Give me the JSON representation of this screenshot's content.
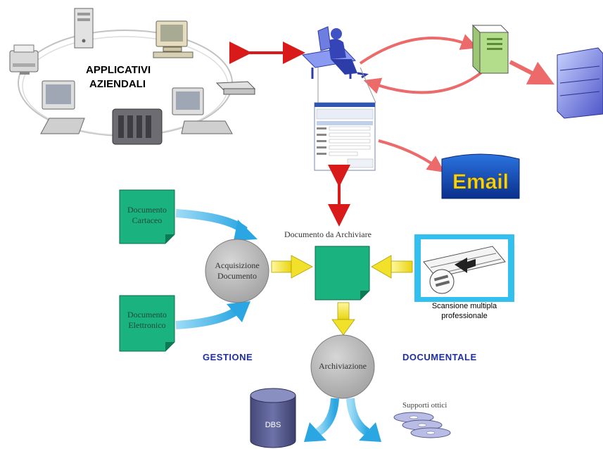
{
  "network": {
    "title_line1": "APPLICATIVI",
    "title_line2": "AZIENDALI"
  },
  "email": {
    "label": "Email"
  },
  "inputs": [
    {
      "line1": "Documento",
      "line2": "Cartaceo"
    },
    {
      "line1": "Documento",
      "line2": "Elettronico"
    }
  ],
  "acquisition": {
    "line1": "Acquisizione",
    "line2": "Documento"
  },
  "archive_doc": {
    "label": "Documento da Archiviare"
  },
  "scanner": {
    "line1": "Scansione multipla",
    "line2": "professionale"
  },
  "section": {
    "left": "GESTIONE",
    "right": "DOCUMENTALE"
  },
  "archiving": {
    "label": "Archiviazione"
  },
  "database": {
    "label": "DBS"
  },
  "optical": {
    "label": "Supporti ottici"
  },
  "colors": {
    "doc_green": "#1ab27e",
    "arrow_red": "#d91a1a",
    "arrow_pink": "#ec6a6a",
    "arrow_blue": "#3cb4e8",
    "arrow_yellow": "#f2e12a",
    "circle_gray": "#bcbcbc",
    "section_blue": "#1e2fa8",
    "db_purple": "#555a8c",
    "scanner_frame": "#33c0ee"
  }
}
